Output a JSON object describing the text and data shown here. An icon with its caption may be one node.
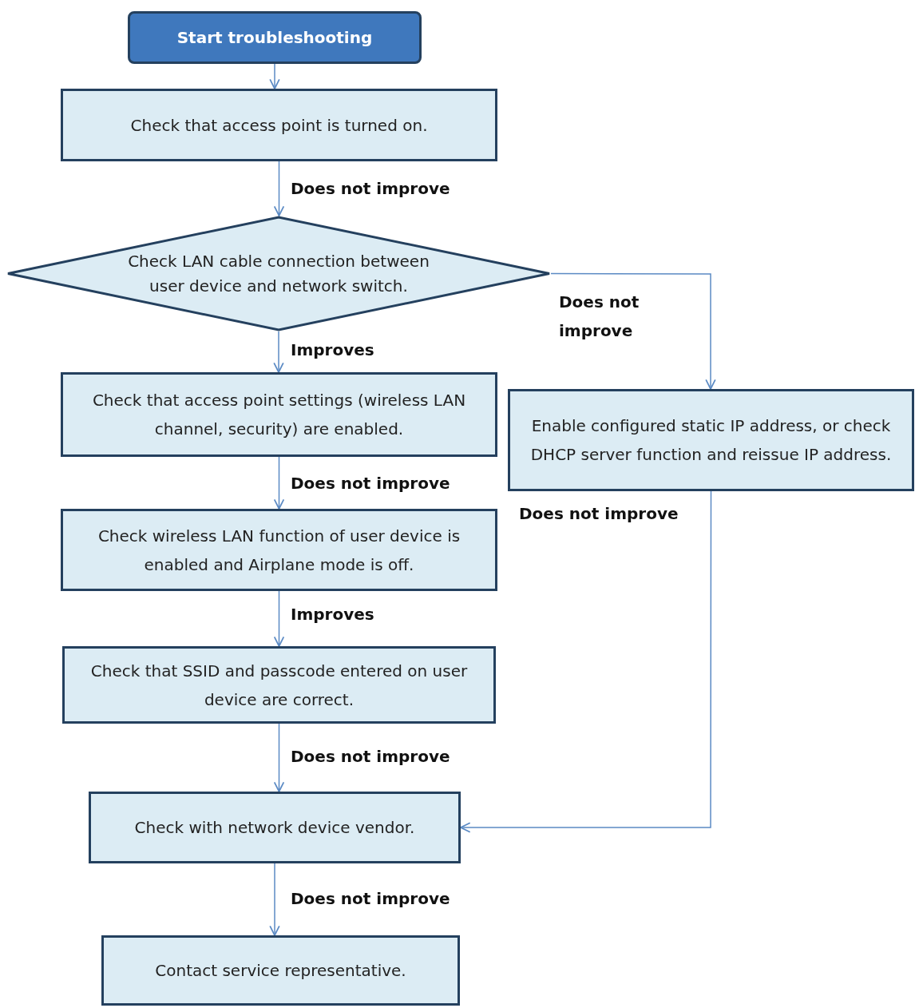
{
  "diagram": {
    "nodes": [
      {
        "text": [
          "Start troubleshooting"
        ]
      },
      {
        "text": [
          "Check that access point is turned on."
        ]
      },
      {
        "text": [
          "Check LAN cable connection between user device and network switch."
        ]
      },
      {
        "text": [
          "Check that access point settings (wireless LAN channel, security) are enabled."
        ]
      },
      {
        "text": [
          "Enable configured static IP address, or check DHCP server function and reissue IP address."
        ]
      },
      {
        "text": [
          "Check wireless LAN function of user device is enabled and Airplane mode is off."
        ]
      },
      {
        "text": [
          "Check that SSID and passcode entered on user device are correct."
        ]
      },
      {
        "text": [
          "Check with network device vendor."
        ]
      },
      {
        "text": [
          "Contact service representative."
        ]
      }
    ],
    "edges": [
      {
        "from": 0,
        "to": 1,
        "arrow": "to"
      },
      {
        "from": 1,
        "to": 2,
        "arrow": "to",
        "label": "Does not improve"
      },
      {
        "from": 2,
        "to": 3,
        "arrow": "to",
        "label": "Improves"
      },
      {
        "from": 2,
        "to": 4,
        "arrow": "to",
        "label": "Does not improve"
      },
      {
        "from": 3,
        "to": 5,
        "arrow": "to",
        "label": "Does not improve"
      },
      {
        "from": 5,
        "to": 6,
        "arrow": "to",
        "label": "Improves"
      },
      {
        "from": 6,
        "to": 7,
        "arrow": "to",
        "label": "Does not improve"
      },
      {
        "from": 4,
        "to": 7,
        "arrow": "to",
        "label": "Does not improve"
      },
      {
        "from": 7,
        "to": 8,
        "arrow": "to",
        "label": "Does not improve"
      }
    ]
  }
}
